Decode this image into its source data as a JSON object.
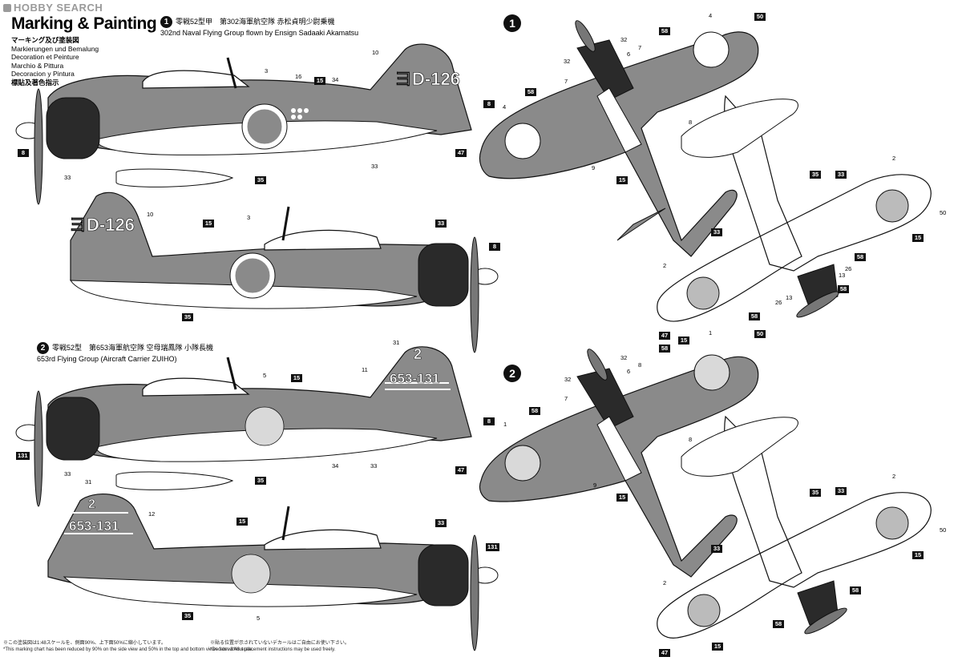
{
  "watermark": "HOBBY SEARCH",
  "header": {
    "title": "Marking & Painting",
    "languages": [
      "マーキング及び塗装図",
      "Markierungen und Bemalung",
      "Decoration et Peinture",
      "Marchio & Pittura",
      "Decoracion y Pintura",
      "標貼及著色指示"
    ]
  },
  "schemes": [
    {
      "badge": "1",
      "title_jp": "零戦52型甲　第302海軍航空隊 赤松貞明少尉乗機",
      "title_en": "302nd Naval Flying Group flown by Ensign Sadaaki Akamatsu",
      "tail_code": "ヨD-126"
    },
    {
      "badge": "2",
      "title_jp": "零戦52型　第653海軍航空隊 空母瑞鳳隊 小隊長機",
      "title_en": "653rd Flying Group (Aircraft Carrier ZUIHO)",
      "tail_code_top": "2",
      "tail_code": "653-131"
    }
  ],
  "callouts": {
    "side1_top": [
      "3",
      "16",
      "15",
      "34",
      "10",
      "8",
      "33",
      "35",
      "33"
    ],
    "side1_bottom": [
      "10",
      "3",
      "15",
      "33",
      "8",
      "35"
    ],
    "side2_top": [
      "31",
      "11",
      "5",
      "15",
      "131",
      "33",
      "34",
      "33",
      "35"
    ],
    "side2_bottom": [
      "31",
      "12",
      "15",
      "33",
      "131",
      "35",
      "5"
    ],
    "plan1_top": [
      "4",
      "50",
      "58",
      "32",
      "32",
      "6",
      "7",
      "7",
      "58",
      "4",
      "8",
      "47",
      "9",
      "8",
      "15"
    ],
    "plan1_bottom": [
      "2",
      "35",
      "33",
      "50",
      "33",
      "15",
      "58",
      "2",
      "58",
      "13",
      "26",
      "26",
      "13",
      "58",
      "47",
      "15"
    ],
    "plan2_top": [
      "1",
      "50",
      "58",
      "32",
      "32",
      "6",
      "8",
      "7",
      "58",
      "8",
      "1",
      "47",
      "9",
      "8",
      "15"
    ],
    "plan2_bottom": [
      "35",
      "33",
      "2",
      "50",
      "33",
      "15",
      "58",
      "2",
      "58",
      "15",
      "47"
    ]
  },
  "notes": [
    "※この塗装図は1:48スケールを、側面90%、上下面50%に縮小しています。",
    "*This marking chart has been reduced by 90% on the side view and 50% in the top and bottom views from 1:48 scale.",
    "※貼る位置が示されていないデカールはご自由にお使い下さい。",
    "*Decals without placement instructions may be used freely."
  ],
  "colors": {
    "ink": "#111111",
    "upper_surface": "#7a7a7a",
    "lower_surface": "#ffffff",
    "cowl": "#2a2a2a",
    "hinomaru_scheme2": "#d9d9d9"
  }
}
